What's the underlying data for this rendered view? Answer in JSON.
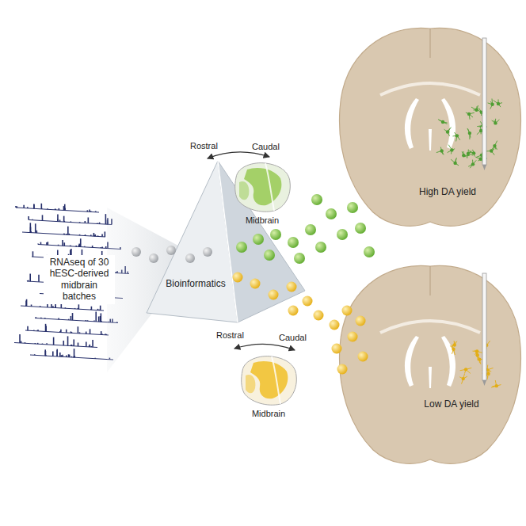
{
  "diagram": {
    "nodes": [
      {
        "text": [
          "Bioinformatics"
        ]
      },
      {
        "text": [
          "Midbrain"
        ]
      },
      {
        "text": [
          "High DA yield"
        ]
      },
      {
        "text": [
          "Midbrain"
        ]
      },
      {
        "text": [
          "Low DA yield"
        ]
      }
    ],
    "labels": [
      "RNAseq of 30 hESC-derived midbrain batches",
      "Rostral",
      "Caudal",
      "Rostral",
      "Caudal"
    ]
  }
}
